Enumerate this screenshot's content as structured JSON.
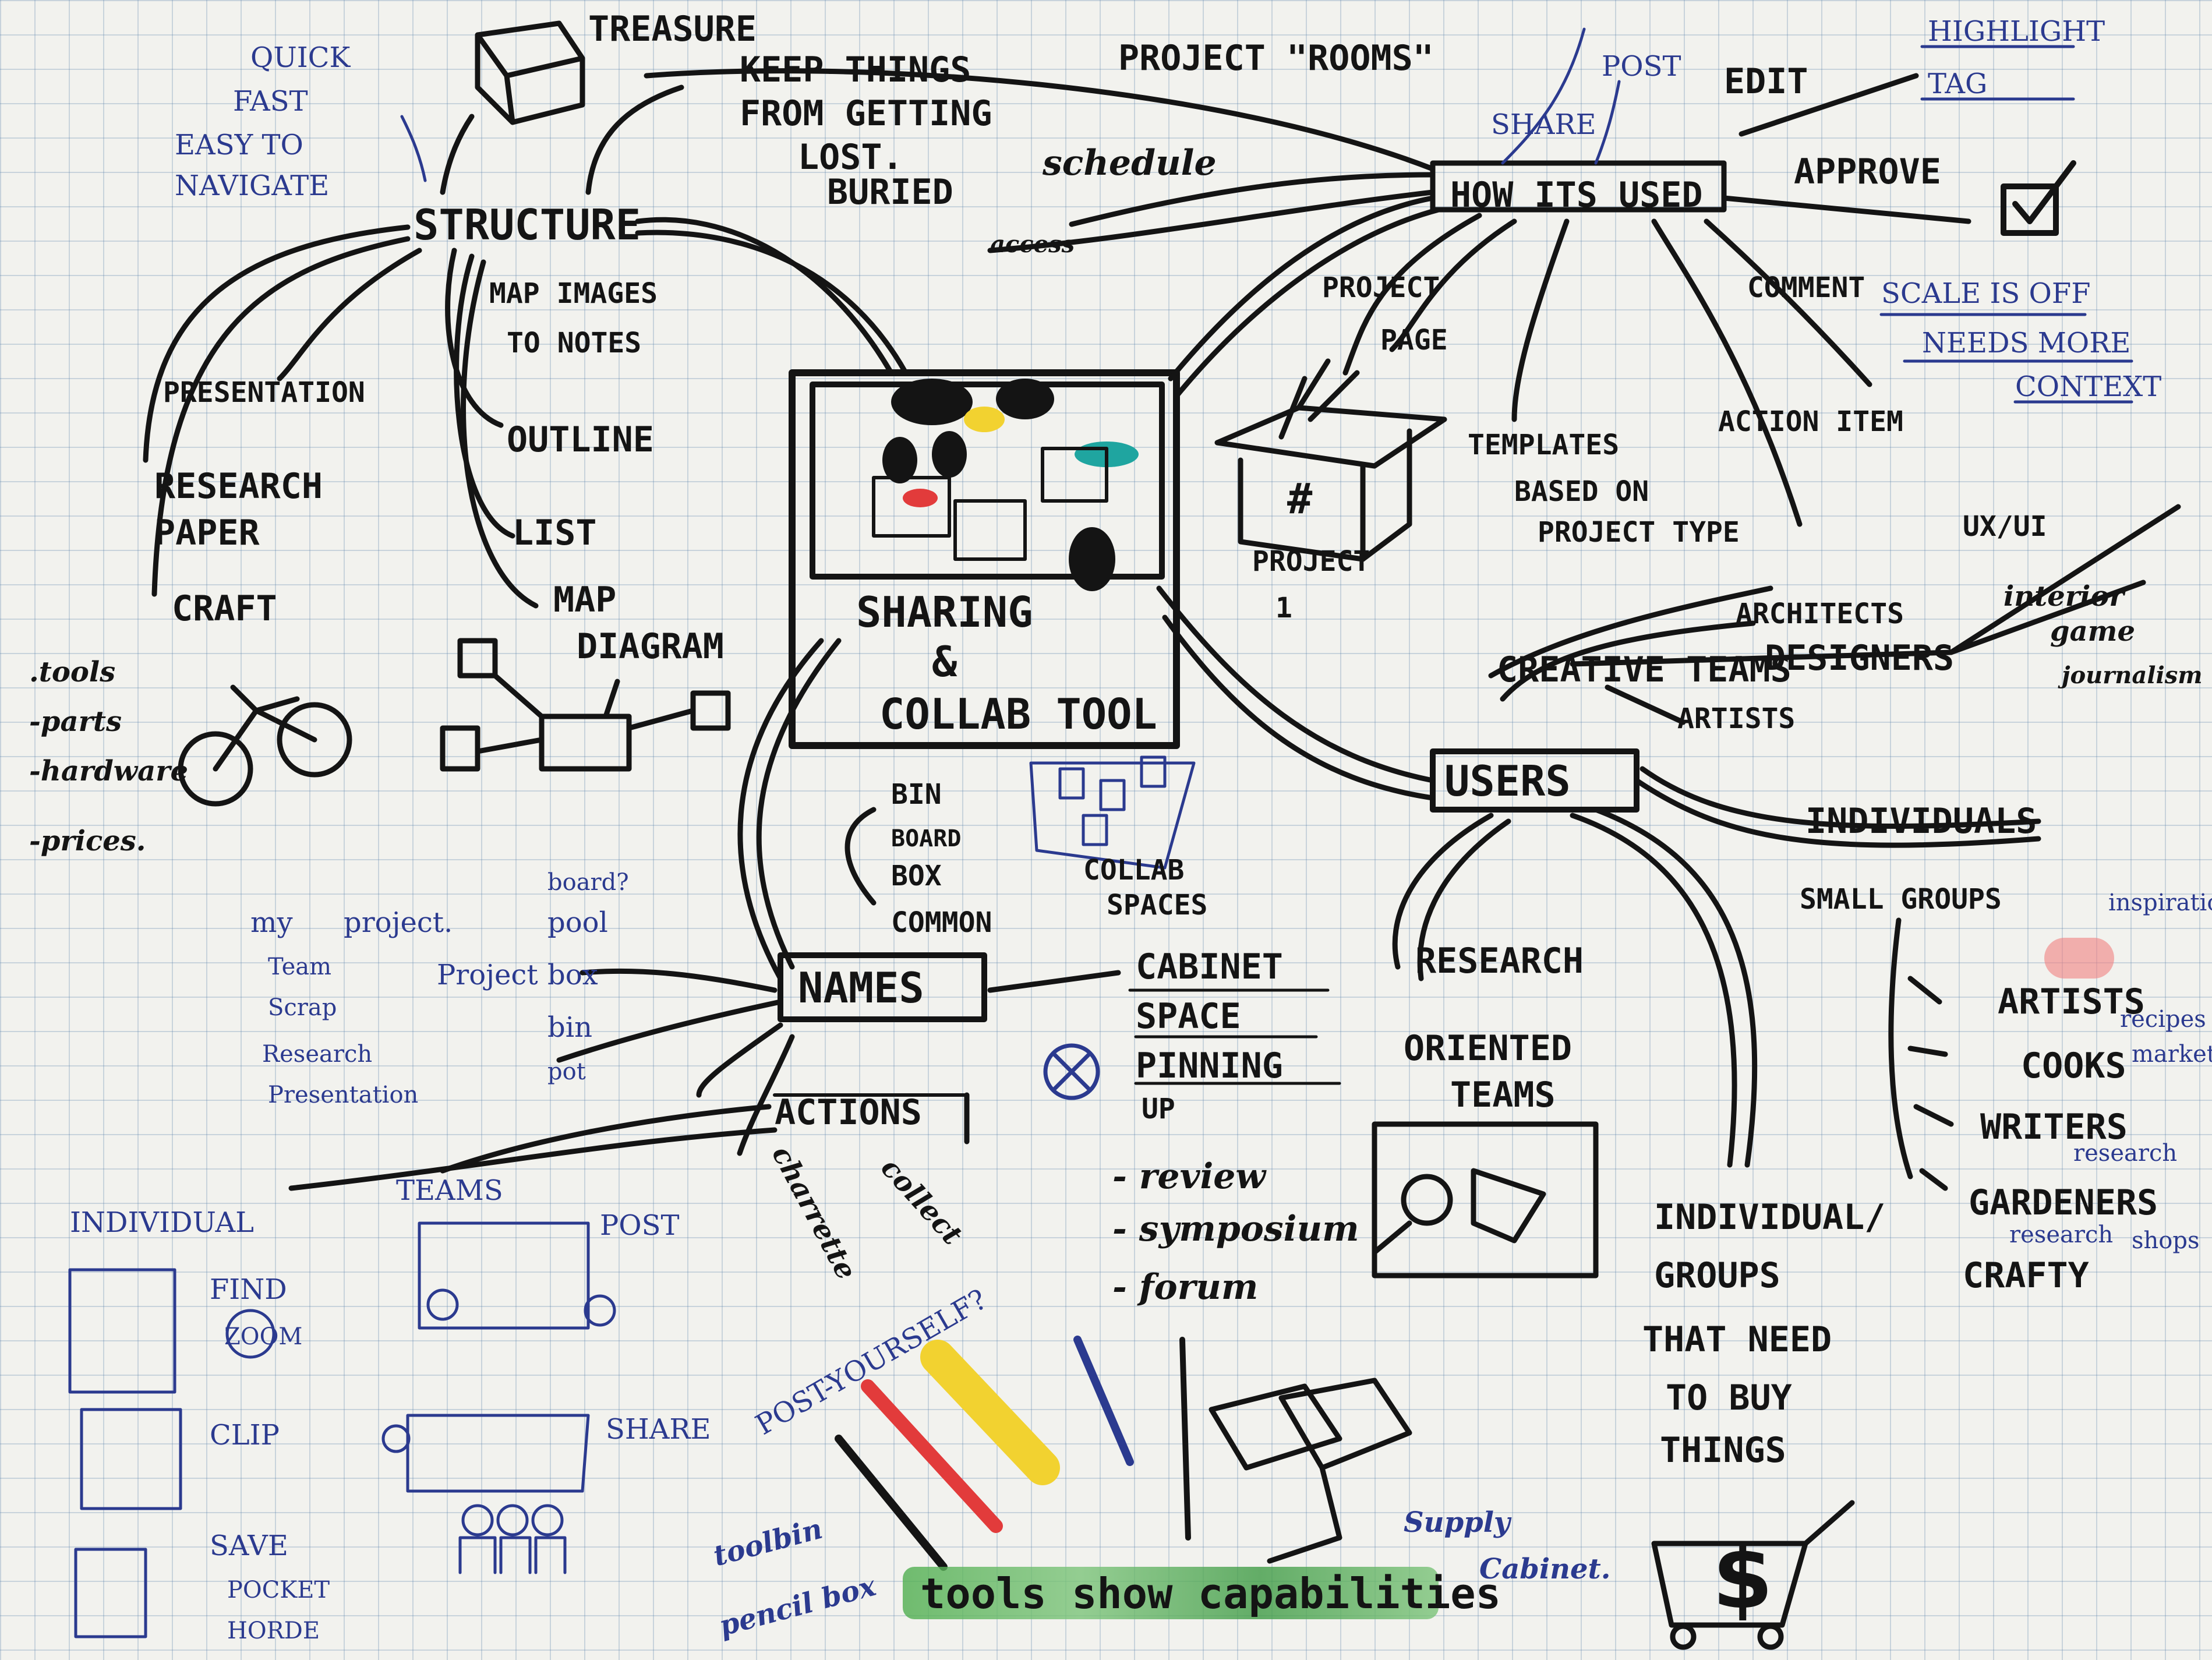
{
  "colors": {
    "ink": "#141414",
    "blue_ink": "#2b3a8f",
    "highlight_green": "#4fae4f",
    "marker_red": "#e23b3b",
    "marker_yellow": "#f2d230",
    "marker_teal": "#1fa5a0"
  },
  "center": {
    "title_line1": "SHARING",
    "title_amp": "&",
    "title_line2": "COLLAB TOOL"
  },
  "structure": {
    "label": "STRUCTURE",
    "notes": [
      "QUICK",
      "FAST",
      "EASY TO",
      "NAVIGATE"
    ],
    "treasure": "TREASURE",
    "keep": [
      "KEEP-THINGS",
      "FROM GETTING",
      "LOST.",
      "BURIED"
    ],
    "branches": [
      "PRESENTATION",
      "RESEARCH",
      "PAPER",
      "CRAFT",
      "MAP IMAGES",
      "TO NOTES",
      "OUTLINE",
      "LIST",
      "MAP",
      "DIAGRAM"
    ],
    "craft_list": [
      ".tools",
      "-parts",
      "-hardware",
      "-prices."
    ]
  },
  "top": {
    "rooms": "PROJECT \"ROOMS\"",
    "schedule": "schedule",
    "access": "access"
  },
  "how": {
    "label": "HOW ITS USED",
    "share": "SHARE",
    "post": "POST",
    "edit": "EDIT",
    "highlight": "HIGHLIGHT",
    "tag": "TAG",
    "approve": "APPROVE",
    "project": "PROJECT",
    "page": "PAGE",
    "templates": "TEMPLATES",
    "based1": "BASED ON",
    "based2": "PROJECT TYPE",
    "action": "ACTION ITEM",
    "comment": "COMMENT",
    "scale": "SCALE IS OFF",
    "needs": "NEEDS MORE",
    "context": "CONTEXT",
    "proj1": "PROJECT",
    "proj2": "1",
    "hash": "#"
  },
  "users": {
    "label": "USERS",
    "creative": "CREATIVE TEAMS",
    "architects": "ARCHITECTS",
    "designers": "DESIGNERS",
    "artists_top": "ARTISTS",
    "uxui": "UX/UI",
    "interior": "interior",
    "game": "game",
    "journalism": "journalism",
    "individuals": "INDIVIDUALS",
    "small_groups": "SMALL GROUPS",
    "inspiration": "inspiration",
    "research1": "RESEARCH",
    "research2": "ORIENTED",
    "research3": "TEAMS",
    "groups": [
      "INDIVIDUAL/",
      "GROUPS",
      "THAT NEED",
      "TO BUY",
      "THINGS"
    ],
    "list": [
      "ARTISTS",
      "COOKS",
      "WRITERS",
      "GARDENERS",
      "CRAFTY"
    ],
    "recipes": "recipes",
    "markets": "markets",
    "research_w": "research",
    "research_g": "research",
    "shops": "shops"
  },
  "names": {
    "label": "NAMES",
    "bin_list": [
      "BIN",
      "BOARD",
      "BOX",
      "COMMON"
    ],
    "collab": [
      "COLLAB",
      "SPACES"
    ],
    "cabinet": [
      "CABINET",
      "SPACE",
      "PINNING",
      "UP"
    ],
    "forums": [
      "- review",
      "- symposium",
      "- forum"
    ],
    "project_word": "project.",
    "my": "my",
    "project_types": [
      "Team",
      "Scrap",
      "Research",
      "Presentation"
    ],
    "project_mid": "Project",
    "pool_list": [
      "board?",
      "pool",
      "box",
      "bin",
      "pot"
    ]
  },
  "actions": {
    "label": "ACTIONS",
    "charrette": "charrette",
    "collect": "collect",
    "individual": "INDIVIDUAL",
    "teams": "TEAMS",
    "find": "FIND",
    "clip": "CLIP",
    "save": "SAVE",
    "pocket": "POCKET",
    "horde": "HORDE",
    "post": "POST",
    "share": "SHARE",
    "post_yourself": "POST-YOURSELF?",
    "zoom": "ZOOM"
  },
  "tools": {
    "toolbin": "toolbin",
    "pencilbox": "pencil box",
    "supply": "Supply",
    "cabinet": "Cabinet.",
    "caption": "tools show capabilities"
  }
}
